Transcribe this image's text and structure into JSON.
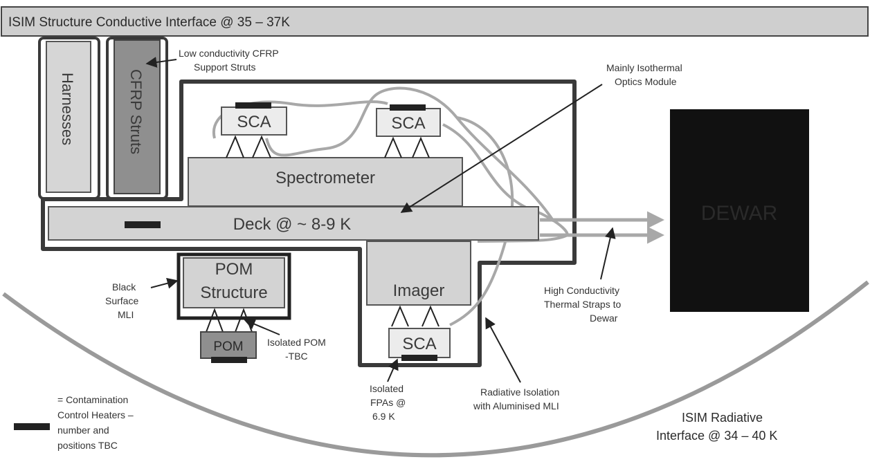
{
  "top_bar": "ISIM Structure Conductive Interface @ 35 – 37K",
  "harnesses": "Harnesses",
  "struts": "CFRP Struts",
  "support_struts_note": [
    "Low conductivity CFRP",
    "Support Struts"
  ],
  "optics_module_note": [
    "Mainly Isothermal",
    "Optics Module"
  ],
  "sca_left": "SCA",
  "sca_right": "SCA",
  "sca_imager": "SCA",
  "spectrometer": "Spectrometer",
  "deck": "Deck @ ~ 8-9 K",
  "dewar": "DEWAR",
  "pom_structure": [
    "POM",
    "Structure"
  ],
  "pom": "POM",
  "imager": "Imager",
  "black_surface_note": [
    "Black",
    "Surface",
    "MLI"
  ],
  "isolated_pom_note": [
    "Isolated POM",
    "-TBC"
  ],
  "isolated_fpas_note": [
    "Isolated",
    "FPAs @",
    "6.9 K"
  ],
  "radiative_isolation_note": [
    "Radiative Isolation",
    "with Aluminised MLI"
  ],
  "thermal_straps_note": [
    "High Conductivity",
    "Thermal Straps to",
    "Dewar"
  ],
  "radiative_interface_note": [
    "ISIM Radiative",
    "Interface @ 34 – 40 K"
  ],
  "legend_note": [
    "= Contamination",
    "Control Heaters –",
    "number and",
    "positions TBC"
  ],
  "colors": {
    "panel_gray": "#d3d3d3",
    "dark_gray": "#8f8f8f",
    "outline": "#333333",
    "dewar": "#111111",
    "strap": "#a8a8a8"
  }
}
